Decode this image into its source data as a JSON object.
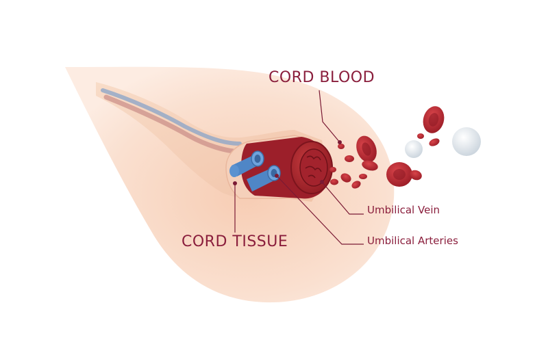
{
  "labels": {
    "cord_blood": "CORD BLOOD",
    "cord_tissue": "CORD TISSUE",
    "umbilical_vein": "Umbilical Vein",
    "umbilical_arteries": "Umbilical Arteries"
  },
  "colors": {
    "label_text": "#8a1e3c",
    "leader_line": "#7a1a34",
    "background_drop": "#f9dccb",
    "cord_outer": "#f3c9b0",
    "vein_red": "#a8202b",
    "artery_blue": "#4f86c6",
    "blood_cell": "#b3232e",
    "white_cell": "#e4e9ee"
  }
}
